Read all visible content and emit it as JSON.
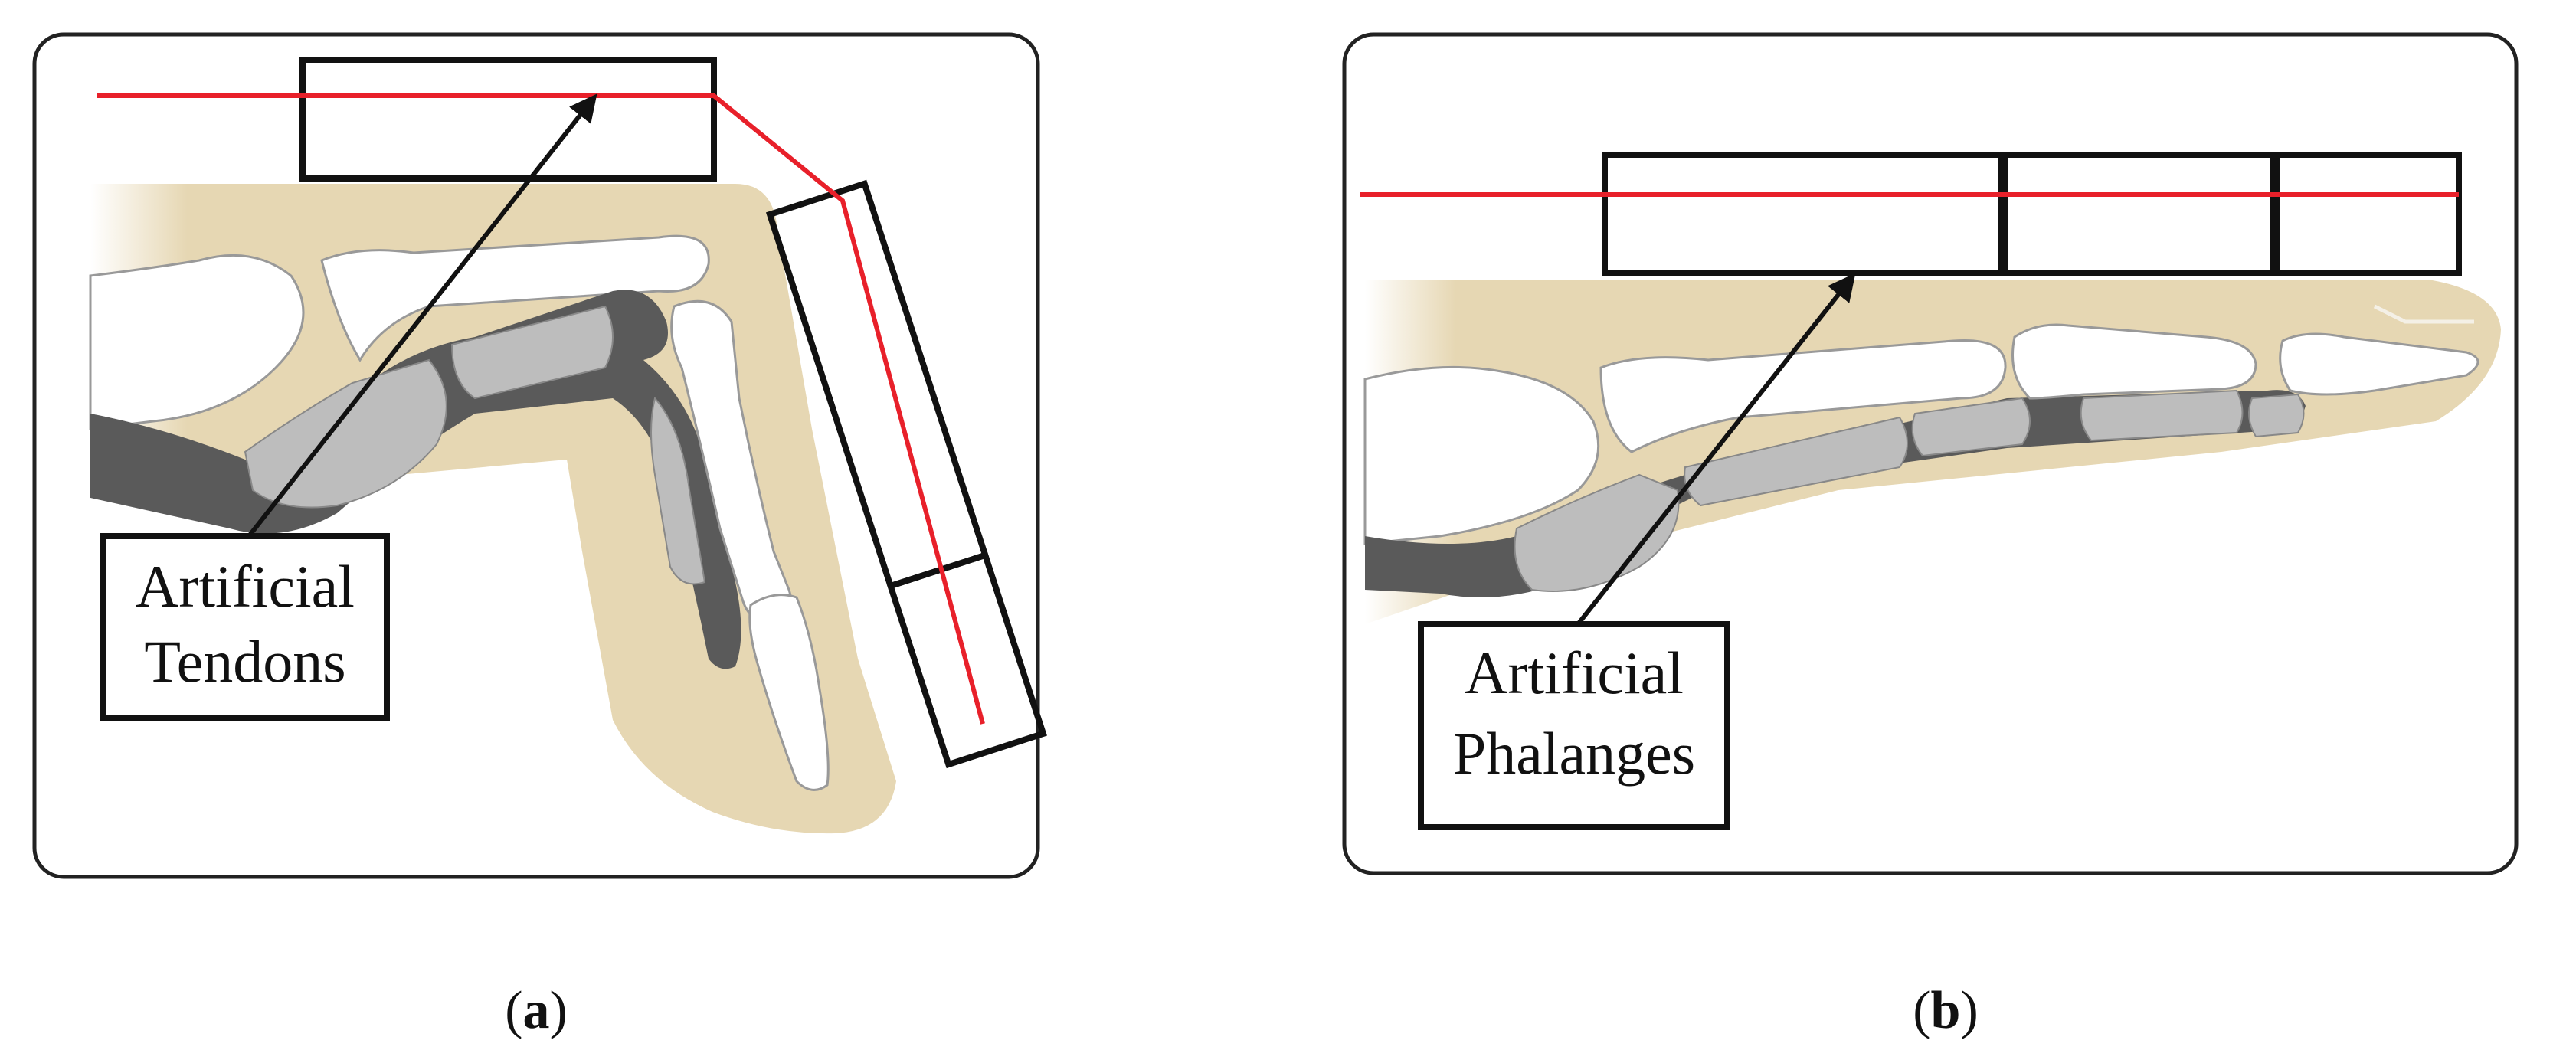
{
  "panels": [
    {
      "id": "a",
      "caption_open": "(",
      "caption_letter": "a",
      "caption_close": ")",
      "callout": [
        "Artificial",
        "Tendons"
      ]
    },
    {
      "id": "b",
      "caption_open": "(",
      "caption_letter": "b",
      "caption_close": ")",
      "callout": [
        "Artificial",
        "Phalanges"
      ]
    }
  ],
  "colors": {
    "tendon": "#e8202a",
    "skin": "#e6d7b3",
    "bone": "#ffffff",
    "cartilage": "#bdbdbd",
    "joint": "#5a5a5a",
    "outline": "#111111"
  }
}
